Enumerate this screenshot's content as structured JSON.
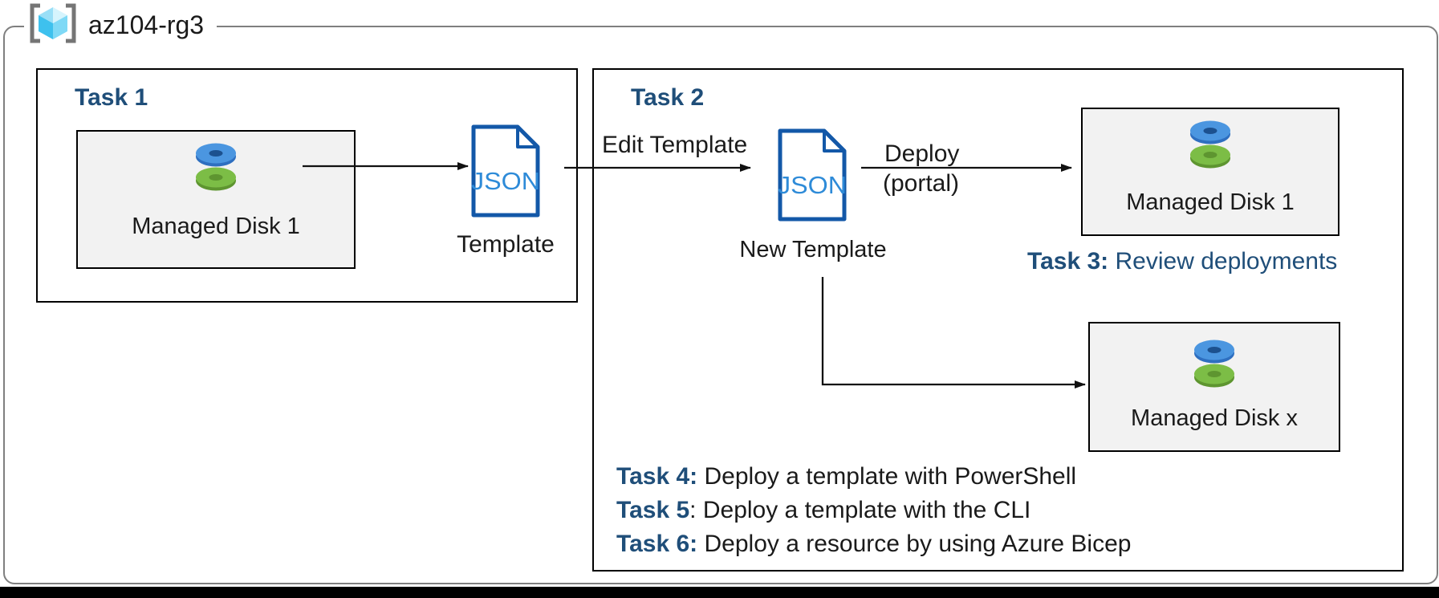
{
  "resource_group": {
    "name": "az104-rg3"
  },
  "icons": {
    "resource_group": "resource-group-icon",
    "managed_disk": "managed-disk-icon",
    "json_file": "json-file-icon"
  },
  "colors": {
    "task_title_blue": "#1f4e79",
    "json_border_blue": "#1358a8",
    "json_text_blue": "#2e8bd8",
    "disk_blue": "#4b96e0",
    "disk_green": "#7cbd46",
    "resource_box_fill": "#f2f2f2",
    "frame_gray": "#7f7f7f"
  },
  "task1": {
    "title": "Task 1",
    "disk_box_label": "Managed Disk 1",
    "json_label": "JSON",
    "template_label": "Template"
  },
  "task2": {
    "title": "Task 2",
    "edit_arrow_label": "Edit Template",
    "json_label": "JSON",
    "new_template_label": "New Template",
    "deploy_label": "Deploy",
    "deploy_sub_label": "(portal)",
    "disk_box_1_label": "Managed Disk 1",
    "disk_box_x_label": "Managed Disk x",
    "task3": {
      "bold": "Task 3:",
      "rest": " Review deployments"
    },
    "task4": {
      "bold": "Task 4:",
      "rest": " Deploy a template with PowerShell"
    },
    "task5": {
      "bold": "Task 5",
      "rest": ": Deploy a template with the CLI"
    },
    "task6": {
      "bold": "Task 6:",
      "rest": " Deploy a resource by using Azure Bicep"
    }
  }
}
